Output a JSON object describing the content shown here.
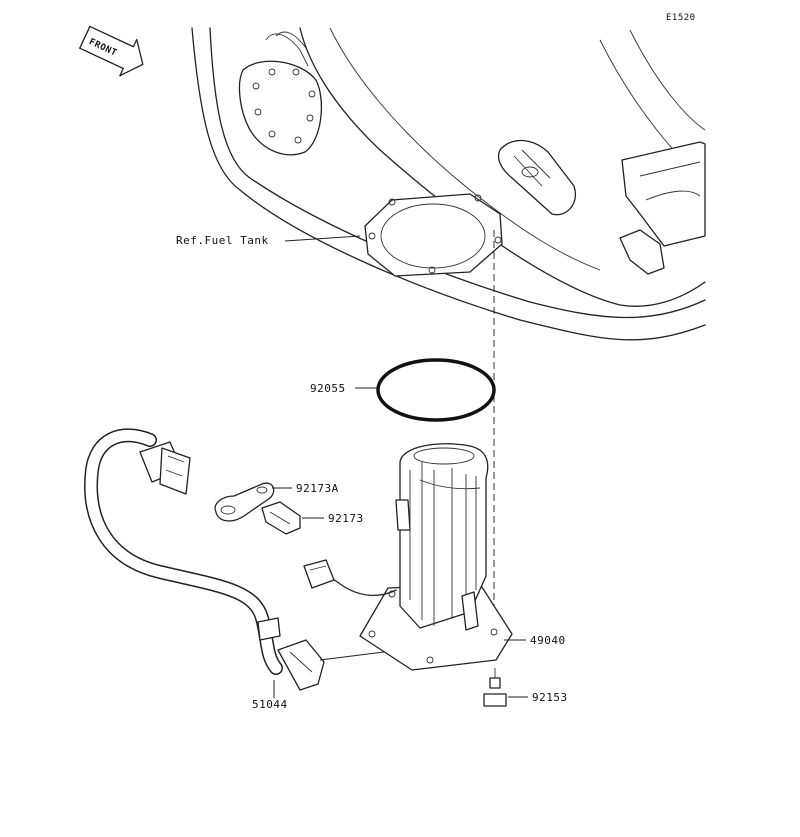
{
  "diagram_id": "E1520",
  "front_indicator": "FRONT",
  "callouts": {
    "fuel_tank": "Ref.Fuel Tank",
    "gasket": "92055",
    "clamp_a": "92173A",
    "clamp": "92173",
    "fuel_pump": "49040",
    "bolt": "92153",
    "hose": "51044"
  }
}
